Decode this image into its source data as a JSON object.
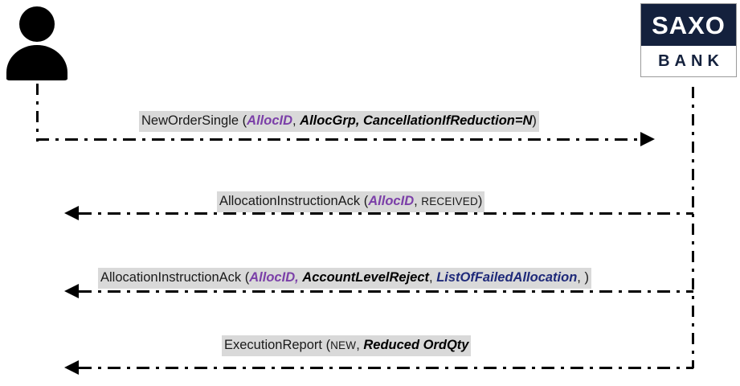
{
  "diagram": {
    "type": "uml-sequence-diagram",
    "background_color": "#ffffff",
    "label_background_color": "#d9d9d9",
    "accent_colors": {
      "purple_tag": "#7b3fa8",
      "blue_tag": "#1f2a7a",
      "brand_navy": "#14213d",
      "line": "#000000"
    }
  },
  "participants": {
    "left": {
      "name": "client-actor",
      "icon": "user-icon",
      "label": ""
    },
    "right": {
      "name": "saxo-bank",
      "logo_top_text": "SAXO",
      "logo_bottom_text": "B A N K",
      "logo_bottom_text_raw": "BANK"
    }
  },
  "messages": [
    {
      "id": "msg-new-order-single",
      "direction": "right",
      "name": "NewOrderSingle",
      "open_paren": "(",
      "parts": [
        {
          "text": "AllocID",
          "style": "purple"
        },
        {
          "text": ", ",
          "style": "plain"
        },
        {
          "text": "AllocGrp, CancellationIfReduction=N",
          "style": "black"
        }
      ],
      "close_paren": ")",
      "full_text": "NewOrderSingle (AllocID, AllocGrp, CancellationIfReduction=N)"
    },
    {
      "id": "msg-allocation-instruction-ack-received",
      "direction": "left",
      "name": "AllocationInstructionAck",
      "open_paren": "(",
      "parts": [
        {
          "text": "AllocID",
          "style": "purple"
        },
        {
          "text": ", ",
          "style": "plain"
        },
        {
          "text": "RECEIVED",
          "style": "smallcaps"
        }
      ],
      "close_paren": ")",
      "full_text": "AllocationInstructionAck (AllocID, RECEIVED)"
    },
    {
      "id": "msg-allocation-instruction-ack-reject",
      "direction": "left",
      "name": "AllocationInstructionAck",
      "open_paren": "(",
      "parts": [
        {
          "text": "AllocID,",
          "style": "purple"
        },
        {
          "text": " ",
          "style": "plain"
        },
        {
          "text": "AccountLevelReject",
          "style": "black"
        },
        {
          "text": ", ",
          "style": "plain"
        },
        {
          "text": "ListOfFailedAllocation",
          "style": "blue"
        },
        {
          "text": ", ",
          "style": "plain"
        }
      ],
      "close_paren": ")",
      "full_text": "AllocationInstructionAck (AllocID, AccountLevelReject, ListOfFailedAllocation, )"
    },
    {
      "id": "msg-execution-report",
      "direction": "left",
      "name": "ExecutionReport",
      "open_paren": "(",
      "parts": [
        {
          "text": "NEW",
          "style": "smallcaps"
        },
        {
          "text": ", ",
          "style": "plain"
        },
        {
          "text": "Reduced OrdQty",
          "style": "black"
        }
      ],
      "close_paren": "",
      "full_text": "ExecutionReport (NEW, Reduced OrdQty"
    }
  ]
}
